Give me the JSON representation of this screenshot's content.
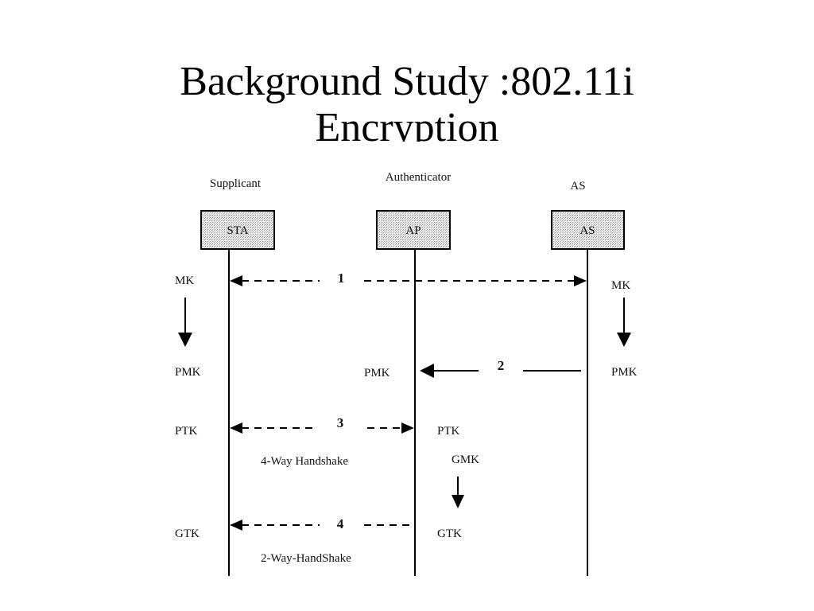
{
  "title": {
    "line1": "Background Study :802.11i",
    "line2": "Encryption"
  },
  "diagram": {
    "roles": {
      "supplicant": "Supplicant",
      "authenticator": "Authenticator",
      "as": "AS"
    },
    "entities": {
      "sta": "STA",
      "ap": "AP",
      "as": "AS"
    },
    "steps": {
      "one": "1",
      "two": "2",
      "three": "3",
      "four": "4"
    },
    "keys": {
      "mk_sta": "MK",
      "mk_as": "MK",
      "pmk_sta": "PMK",
      "pmk_ap": "PMK",
      "pmk_as": "PMK",
      "ptk_sta": "PTK",
      "ptk_ap": "PTK",
      "gmk_ap": "GMK",
      "gtk_sta": "GTK",
      "gtk_ap": "GTK"
    },
    "captions": {
      "four_way": "4-Way Handshake",
      "two_way": "2-Way-HandShake"
    },
    "colors": {
      "box_fill": "#d9d9d9",
      "line": "#000000"
    }
  }
}
